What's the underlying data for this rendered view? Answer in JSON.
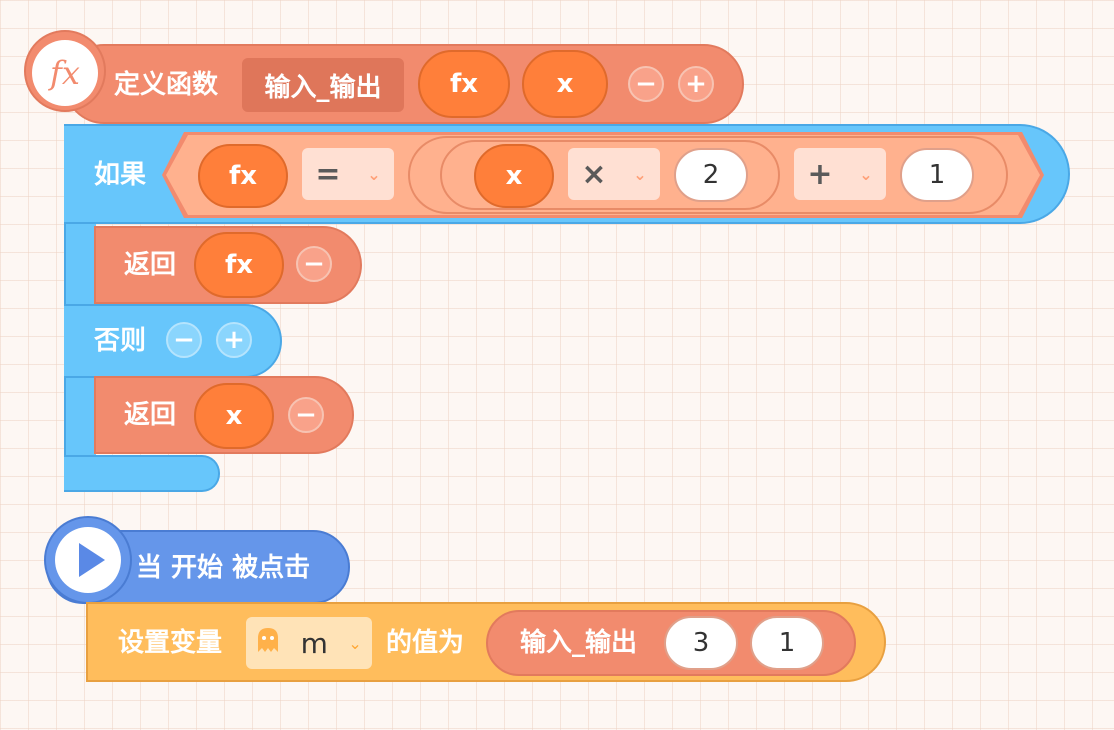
{
  "define_function": {
    "label": "定义函数",
    "function_name": "输入_输出",
    "params": [
      "fx",
      "x"
    ],
    "remove_symbol": "−",
    "add_symbol": "+",
    "icon": "fx-icon",
    "icon_text": "fx"
  },
  "if_block": {
    "label": "如果",
    "condition": {
      "left": "fx",
      "operator": "=",
      "expr": {
        "var": "x",
        "mul_op": "×",
        "mul_value": "2",
        "add_op": "+",
        "add_value": "1"
      }
    },
    "then_return": {
      "label": "返回",
      "value": "fx",
      "remove_symbol": "−"
    },
    "else_label": "否则",
    "else_remove_symbol": "−",
    "else_add_symbol": "+",
    "else_return": {
      "label": "返回",
      "value": "x",
      "remove_symbol": "−"
    }
  },
  "start_block": {
    "label": "当 开始 被点击",
    "icon": "play-icon"
  },
  "set_variable": {
    "label": "设置变量",
    "variable": "m",
    "variable_icon": "ghost-icon",
    "value_label": "的值为",
    "call": {
      "function_name": "输入_输出",
      "args": [
        "3",
        "1"
      ]
    }
  },
  "colors": {
    "function": "#f28b6e",
    "control": "#67c6fb",
    "event": "#6596ea",
    "variable": "#ffbd5c",
    "param": "#ff7f3a"
  }
}
